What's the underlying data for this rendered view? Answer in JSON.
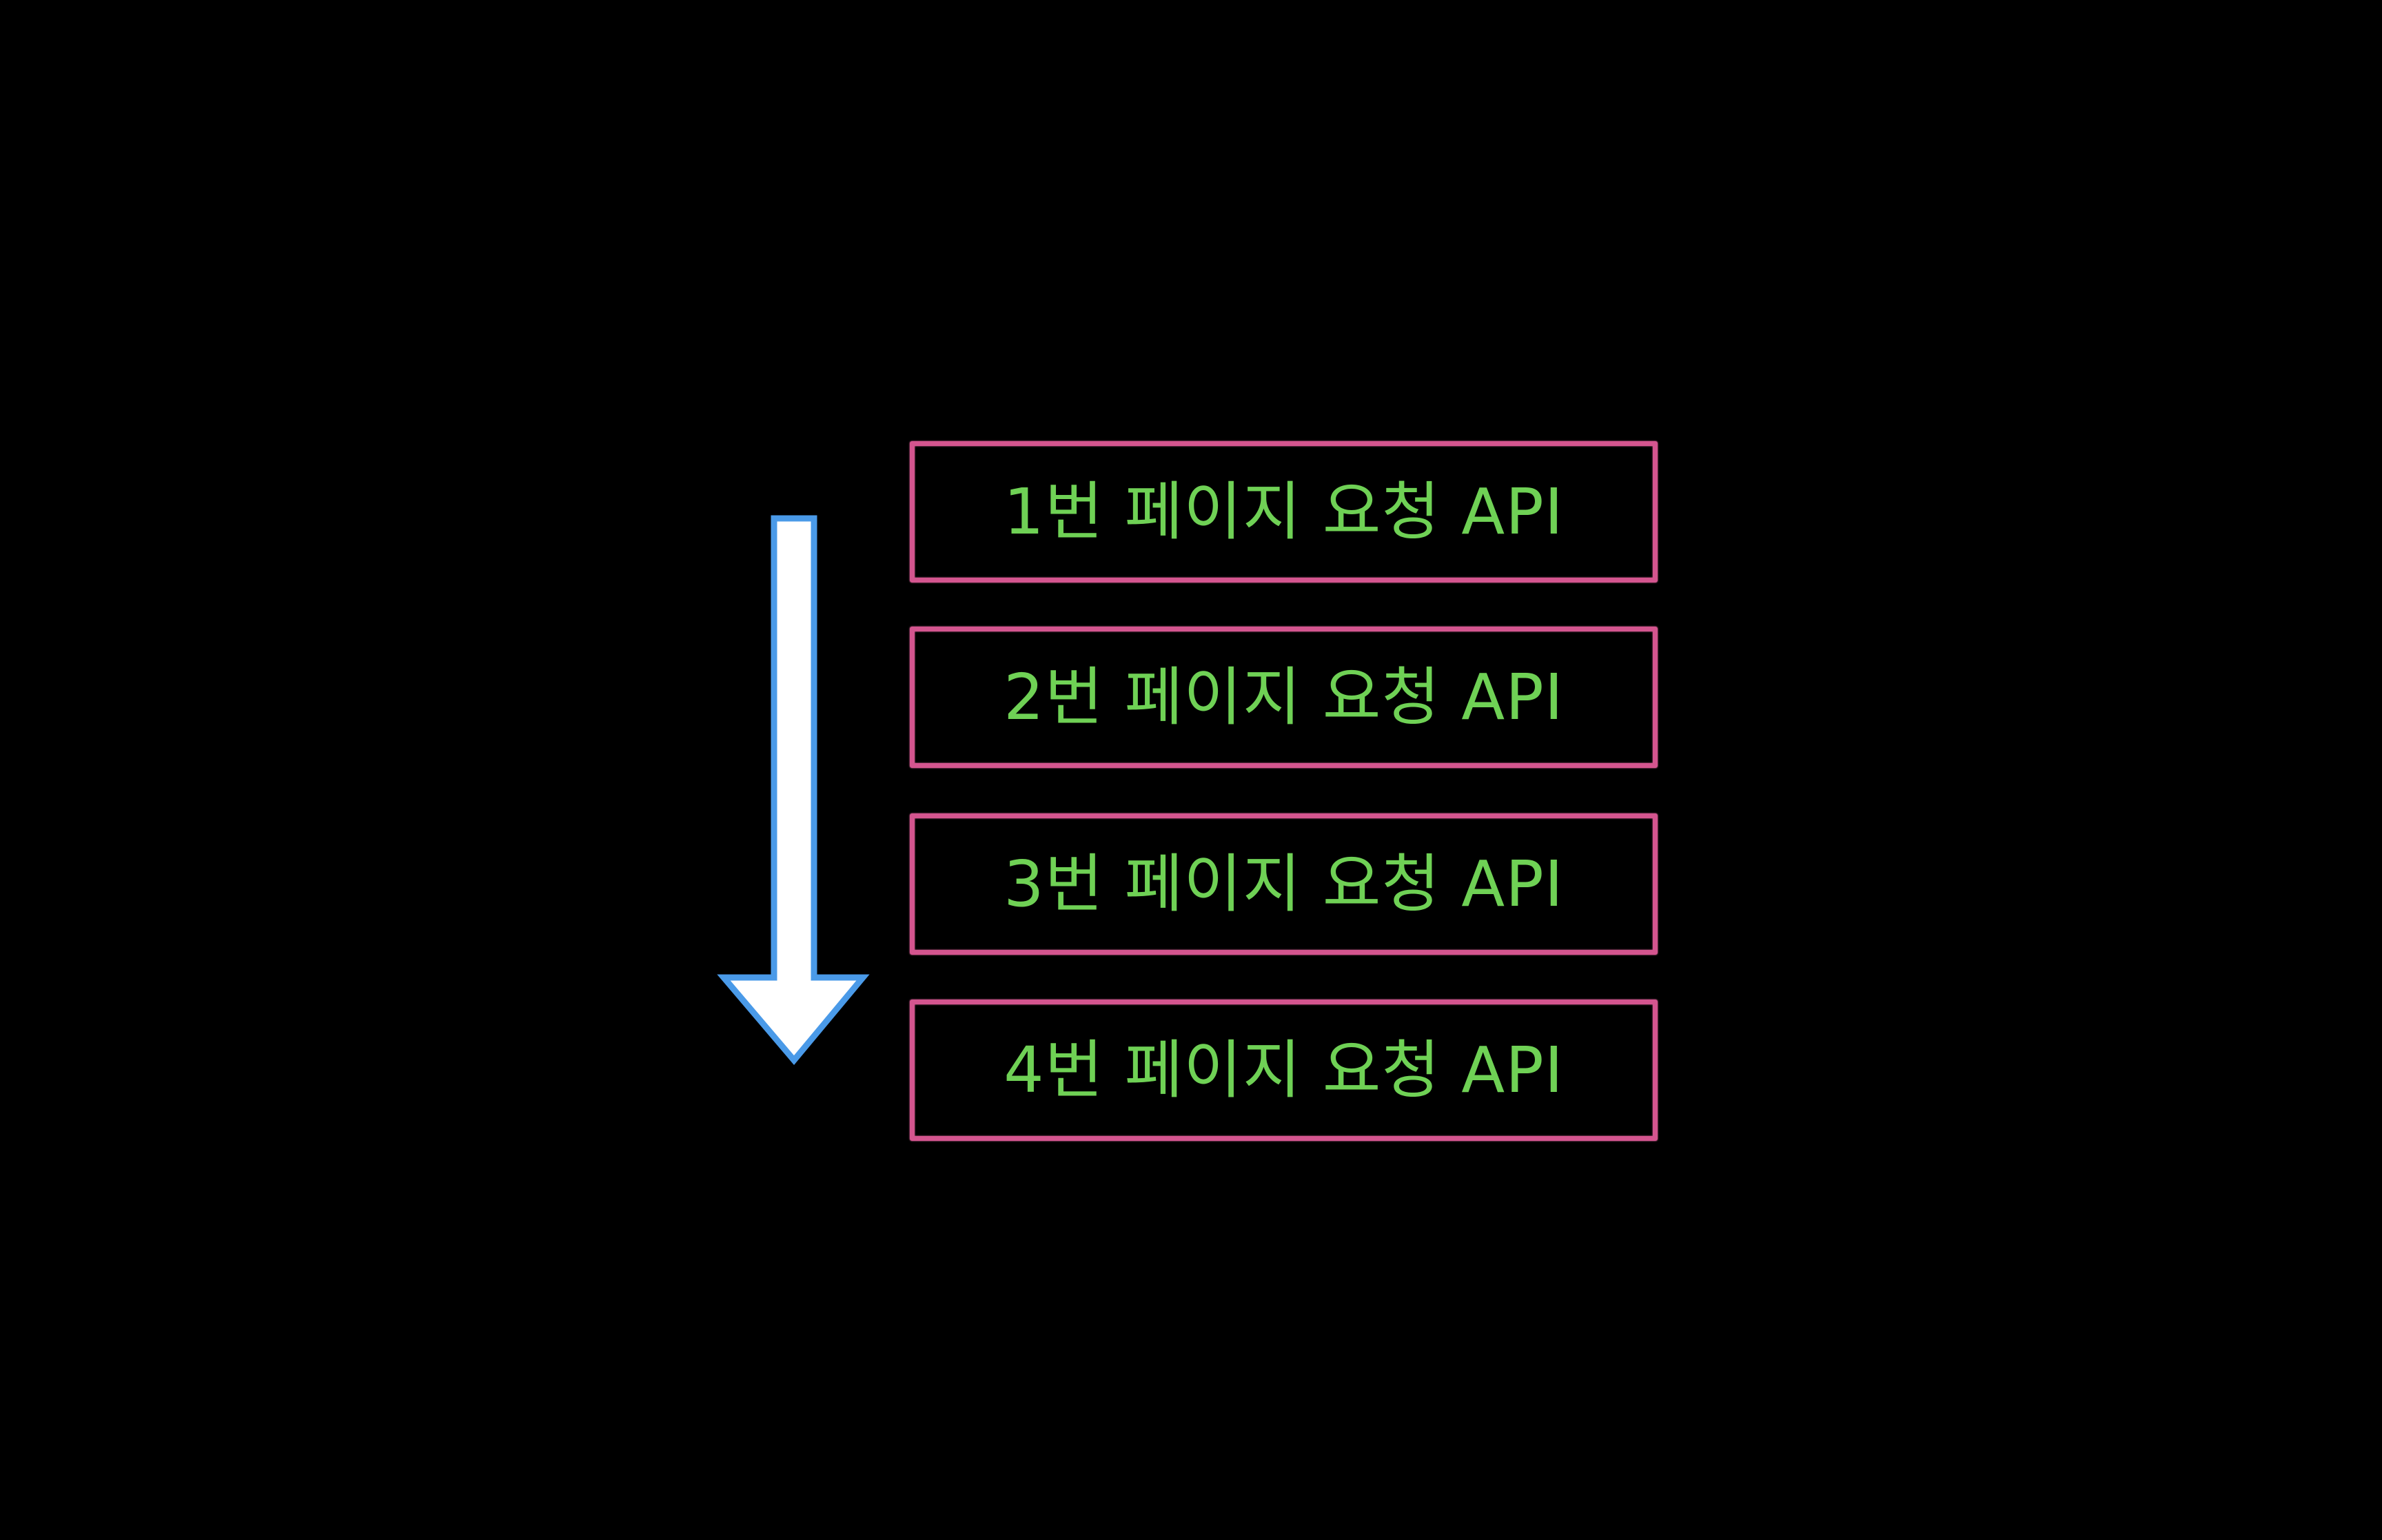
{
  "colors": {
    "background": "#000000",
    "box_border": "#d4558f",
    "label_text": "#6fd155",
    "arrow_fill": "#ffffff",
    "arrow_outline": "#4a9ae8"
  },
  "arrow": {
    "icon": "down-arrow-icon",
    "direction": "down"
  },
  "steps": [
    {
      "label": "1번 페이지 요청 API"
    },
    {
      "label": "2번 페이지 요청 API"
    },
    {
      "label": "3번 페이지 요청 API"
    },
    {
      "label": "4번 페이지 요청 API"
    }
  ]
}
